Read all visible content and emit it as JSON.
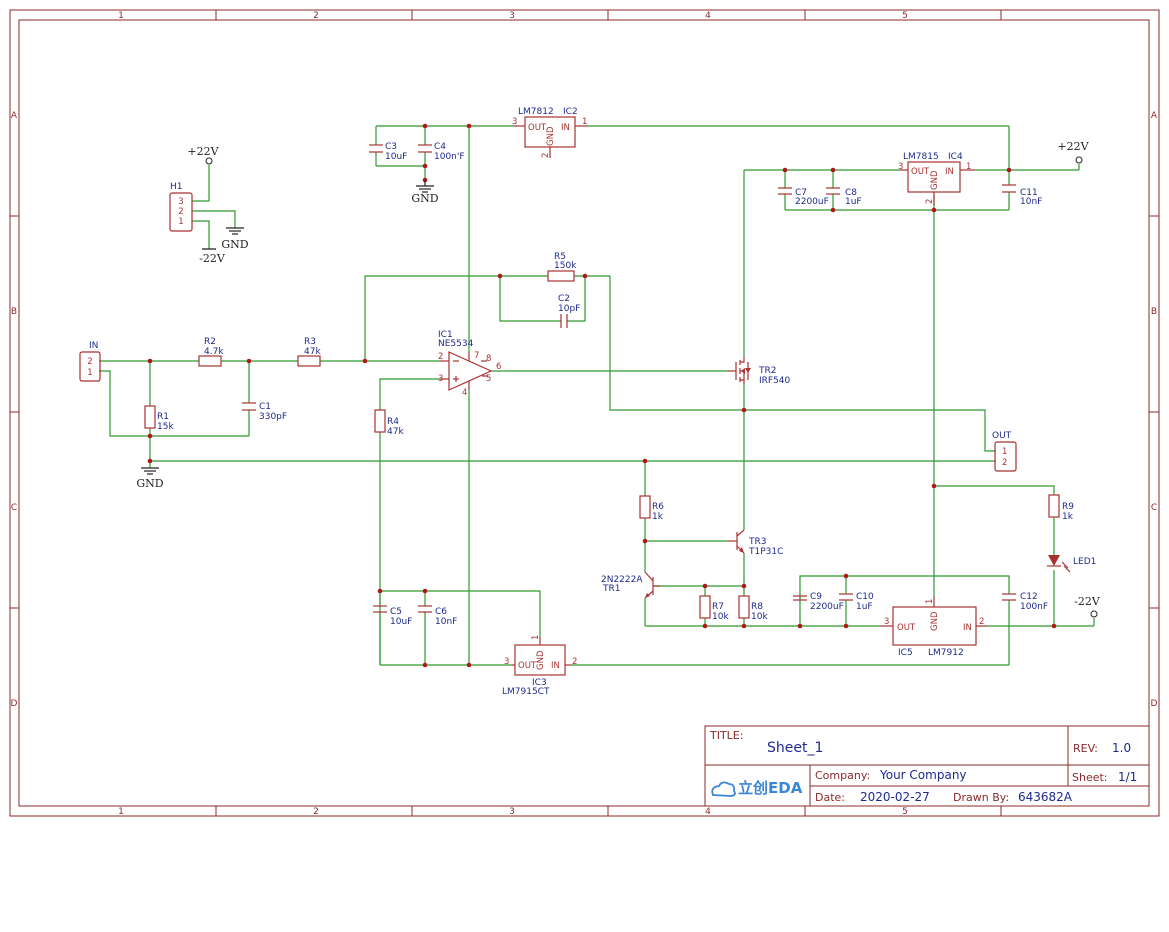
{
  "zones": {
    "cols": [
      "1",
      "2",
      "3",
      "4",
      "5"
    ],
    "rows": [
      "A",
      "B",
      "C",
      "D"
    ]
  },
  "power": {
    "p22": "+22V",
    "n22": "-22V",
    "gnd": "GND"
  },
  "components": {
    "H1": {
      "ref": "H1",
      "pins": [
        "3",
        "2",
        "1"
      ]
    },
    "IN": {
      "ref": "IN",
      "pins": [
        "2",
        "1"
      ]
    },
    "OUT": {
      "ref": "OUT",
      "pins": [
        "1",
        "2"
      ]
    },
    "R1": {
      "ref": "R1",
      "val": "15k"
    },
    "R2": {
      "ref": "R2",
      "val": "4.7k"
    },
    "R3": {
      "ref": "R3",
      "val": "47k"
    },
    "R4": {
      "ref": "R4",
      "val": "47k"
    },
    "R5": {
      "ref": "R5",
      "val": "150k"
    },
    "R6": {
      "ref": "R6",
      "val": "1k"
    },
    "R7": {
      "ref": "R7",
      "val": "10k"
    },
    "R8": {
      "ref": "R8",
      "val": "10k"
    },
    "R9": {
      "ref": "R9",
      "val": "1k"
    },
    "C1": {
      "ref": "C1",
      "val": "330pF"
    },
    "C2": {
      "ref": "C2",
      "val": "10pF"
    },
    "C3": {
      "ref": "C3",
      "val": "10uF"
    },
    "C4": {
      "ref": "C4",
      "val": "100n'F"
    },
    "C5": {
      "ref": "C5",
      "val": "10uF"
    },
    "C6": {
      "ref": "C6",
      "val": "10nF"
    },
    "C7": {
      "ref": "C7",
      "val": "2200uF"
    },
    "C8": {
      "ref": "C8",
      "val": "1uF"
    },
    "C9": {
      "ref": "C9",
      "val": "2200uF"
    },
    "C10": {
      "ref": "C10",
      "val": "1uF"
    },
    "C11": {
      "ref": "C11",
      "val": "10nF"
    },
    "C12": {
      "ref": "C12",
      "val": "100nF"
    },
    "IC1": {
      "ref": "IC1",
      "val": "NE5534",
      "pins": [
        "2",
        "3",
        "6",
        "7",
        "8",
        "5",
        "4"
      ]
    },
    "IC2": {
      "ref": "IC2",
      "val": "LM7812",
      "out": "OUT",
      "in": "IN",
      "gnd": "GND",
      "p3": "3",
      "p1": "1",
      "p2": "2"
    },
    "IC3": {
      "ref": "IC3",
      "val": "LM7915CT",
      "out": "OUT",
      "in": "IN",
      "gnd": "GND",
      "p3": "3",
      "p1": "1",
      "p2": "2"
    },
    "IC4": {
      "ref": "IC4",
      "val": "LM7815",
      "out": "OUT",
      "in": "IN",
      "gnd": "GND",
      "p3": "3",
      "p1": "1",
      "p2": "2"
    },
    "IC5": {
      "ref": "IC5",
      "val": "LM7912",
      "out": "OUT",
      "in": "IN",
      "gnd": "GND",
      "p3": "3",
      "p1": "1",
      "p2": "2"
    },
    "TR1": {
      "ref": "TR1",
      "val": "2N2222A"
    },
    "TR2": {
      "ref": "TR2",
      "val": "IRF540"
    },
    "TR3": {
      "ref": "TR3",
      "val": "T1P31C"
    },
    "LED1": {
      "ref": "LED1"
    }
  },
  "title_block": {
    "title_label": "TITLE:",
    "title": "Sheet_1",
    "rev_label": "REV:",
    "rev": "1.0",
    "company_label": "Company:",
    "company": "Your Company",
    "sheet_label": "Sheet:",
    "sheet": "1/1",
    "date_label": "Date:",
    "date": "2020-02-27",
    "drawn_label": "Drawn By:",
    "drawn": "643682A",
    "logo": "立创EDA"
  },
  "colors": {
    "frame": "#8b2a2a",
    "wire": "#2e9a2e",
    "part": "#a83232",
    "text": "#1f2a8c"
  }
}
